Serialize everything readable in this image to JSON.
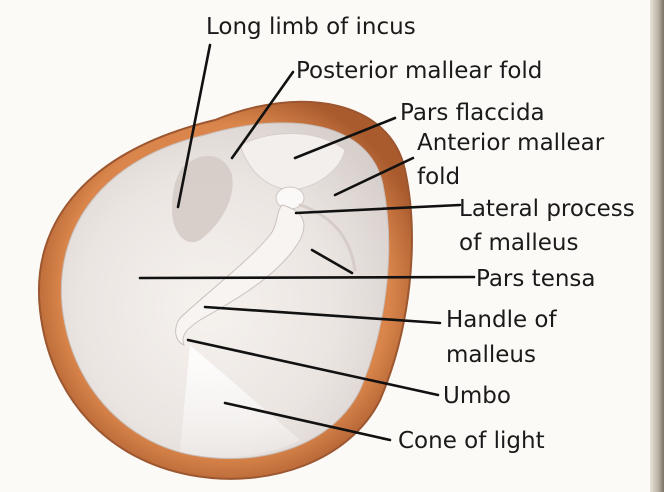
{
  "diagram": {
    "labels": {
      "long_limb_of_incus": "Long limb of incus",
      "posterior_mallear_fold": "Posterior mallear fold",
      "pars_flaccida": "Pars flaccida",
      "anterior_mallear_fold_1": "Anterior mallear",
      "anterior_mallear_fold_2": "fold",
      "lateral_process_1": "Lateral process",
      "lateral_process_2": "of malleus",
      "pars_tensa": "Pars tensa",
      "handle_of_malleus_1": "Handle of",
      "handle_of_malleus_2": "malleus",
      "umbo": "Umbo",
      "cone_of_light": "Cone of light"
    },
    "colors": {
      "ear_canal": "#c8763f",
      "ear_canal_shadow": "#9c5630",
      "membrane": "#efe9e4",
      "membrane_shade": "#d9d1cf",
      "leader_line": "#111111",
      "text": "#1a1a1a"
    }
  }
}
